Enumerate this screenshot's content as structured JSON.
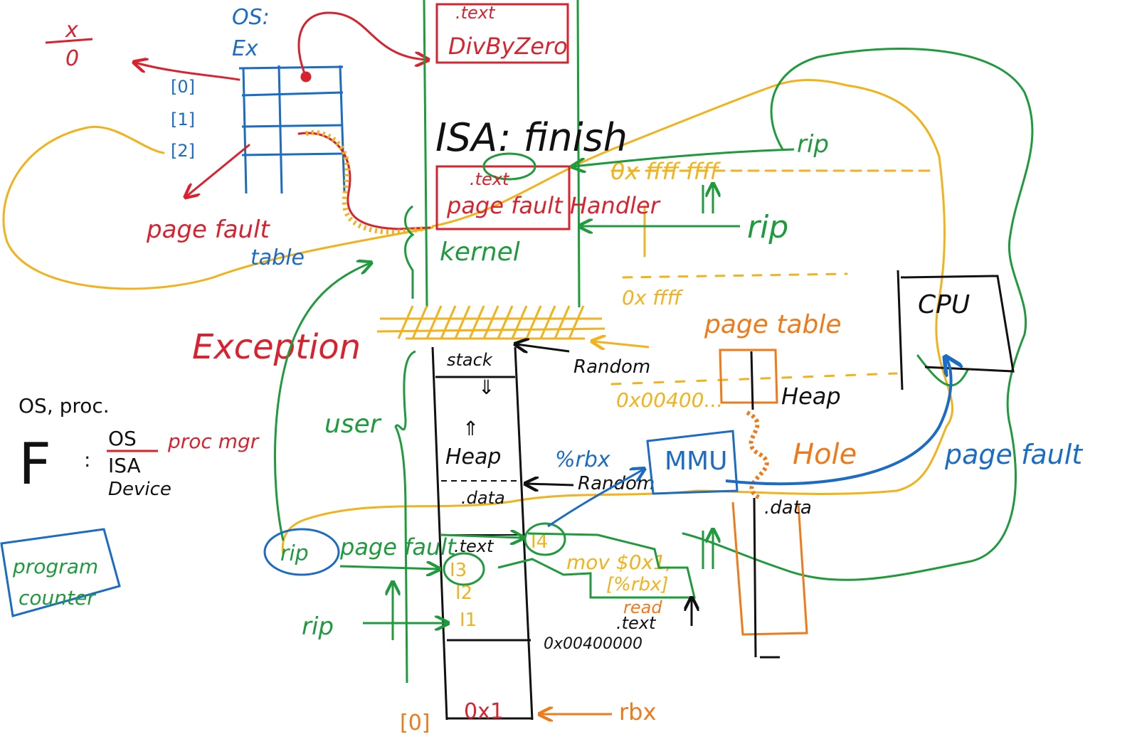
{
  "colors": {
    "red": "#d9222e",
    "blue": "#1b6cc4",
    "green": "#1f9a3c",
    "orange": "#f07a1a",
    "yellow": "#f2b21c",
    "black": "#111111"
  },
  "top_left": {
    "fraction_num": "x",
    "fraction_den": "0",
    "os_label": "OS:",
    "ex_label": "Ex",
    "idx0": "[0]",
    "idx1": "[1]",
    "idx2": "[2]",
    "page_fault": "page fault",
    "table": "table"
  },
  "kernel_region": {
    "text_top": ".text",
    "div_by_zero": "DivByZero",
    "isa_finish": "ISA: finish",
    "text_mid": ".text",
    "page_fault_handler": "page fault Handler",
    "kernel": "kernel"
  },
  "rip_labels": {
    "rip_top": "rip",
    "addr_top": "0x ffff ffff",
    "rip_mid": "rip",
    "addr_mid": "0x ffff",
    "rip_circle": "rip",
    "rip_bottom": "rip"
  },
  "exception": "Exception",
  "left_notes": {
    "os_proc": "OS, proc.",
    "f_letter": "F",
    "colon": ":",
    "os": "OS",
    "proc_mgr": "proc mgr",
    "isa": "ISA",
    "device": "Device",
    "program_counter_line1": "program",
    "program_counter_line2": "counter"
  },
  "user_region": {
    "user": "user",
    "stack": "stack",
    "heap": "Heap",
    "data": ".data",
    "text": ".text",
    "i4": "I4",
    "i3": "I3",
    "i2": "I2",
    "i1": "I1",
    "addr_text": "0x00400000",
    "bottom_idx": "[0]",
    "bottom_val": "0x1",
    "rbx": "rbx",
    "random1": "Random",
    "random2": "Random",
    "page_fault_green": "page fault"
  },
  "instruction": {
    "mov": "mov $0x1,",
    "operand": "[%rbx]"
  },
  "right_side": {
    "cpu": "CPU",
    "page_table": "page table",
    "addr_heap": "0x00400...",
    "heap": "Heap",
    "mmu": "MMU",
    "rbx_reg": "%rbx",
    "hole": "Hole",
    "data": ".data",
    "read": "read",
    "text": ".text",
    "page_fault_blue": "page fault"
  }
}
